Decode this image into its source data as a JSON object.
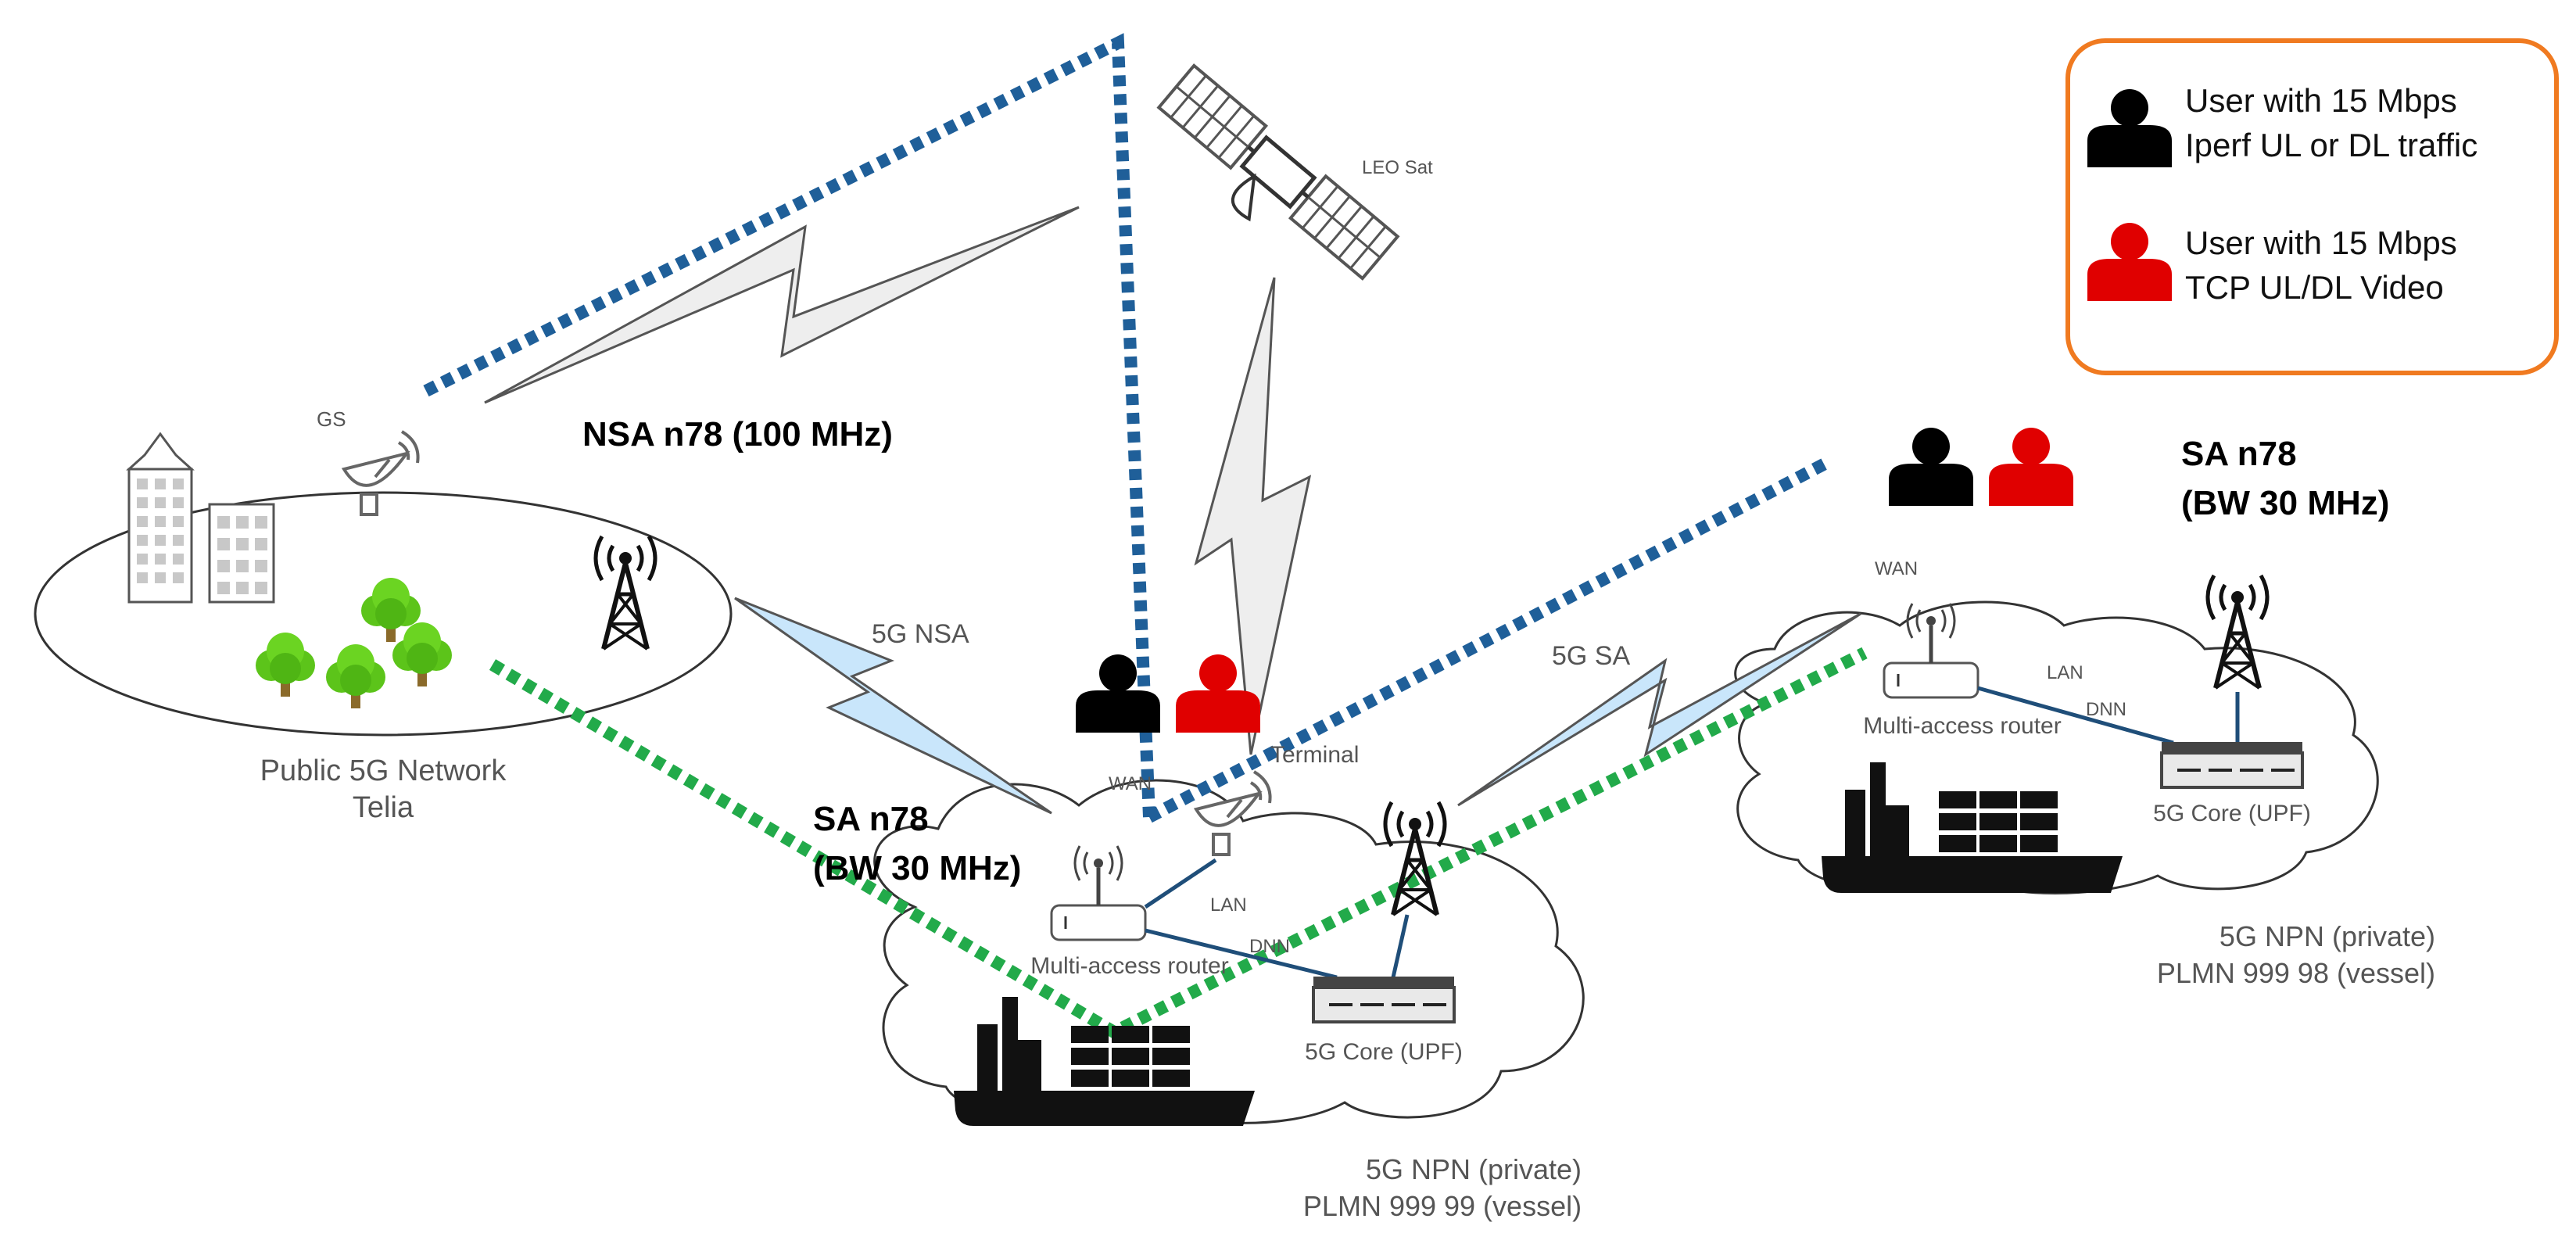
{
  "colors": {
    "blue_link": "#1f5f99",
    "green_link": "#22aa4a",
    "legend_border": "#f07a20",
    "red_user": "#e00000",
    "black_user": "#000000",
    "lightning_5g": "#c9e6fb",
    "lightning_sat": "#eeeeee"
  },
  "public_network": {
    "name_line1": "Public 5G Network",
    "name_line2": "Telia",
    "gs_label": "GS",
    "band_label": "NSA n78 (100 MHz)"
  },
  "satellite": {
    "label": "LEO Sat"
  },
  "links": {
    "nsa_label": "5G NSA",
    "sa_label": "5G SA"
  },
  "vessel_99": {
    "band_line1": "SA n78",
    "band_line2": "(BW 30 MHz)",
    "wan_label": "WAN",
    "terminal_label": "Terminal",
    "lan_label": "LAN",
    "dnn_label": "DNN",
    "router_label": "Multi-access router",
    "core_label": "5G Core (UPF)",
    "npn_line1": "5G NPN (private)",
    "npn_line2": "PLMN 999 99 (vessel)"
  },
  "vessel_98": {
    "band_line1": "SA n78",
    "band_line2": "(BW 30 MHz)",
    "wan_label": "WAN",
    "lan_label": "LAN",
    "dnn_label": "DNN",
    "router_label": "Multi-access router",
    "core_label": "5G Core (UPF)",
    "npn_line1": "5G NPN (private)",
    "npn_line2": "PLMN 999 98 (vessel)"
  },
  "legend": {
    "black_user_line1": "User with 15 Mbps",
    "black_user_line2": "Iperf UL or DL traffic",
    "red_user_line1": "User with 15 Mbps",
    "red_user_line2": "TCP UL/DL Video"
  }
}
